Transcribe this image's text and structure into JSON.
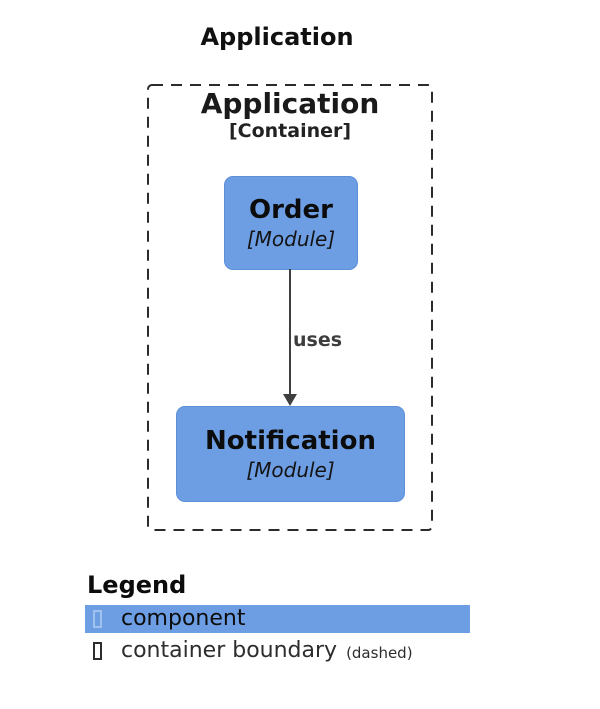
{
  "diagram": {
    "title": "Application",
    "container": {
      "name": "Application",
      "type_label": "[Container]",
      "border_style": "dashed"
    },
    "nodes": [
      {
        "id": "order",
        "name": "Order",
        "type_label": "[Module]"
      },
      {
        "id": "notification",
        "name": "Notification",
        "type_label": "[Module]"
      }
    ],
    "edges": [
      {
        "from": "order",
        "to": "notification",
        "label": "uses",
        "direction": "down"
      }
    ]
  },
  "legend": {
    "title": "Legend",
    "items": [
      {
        "swatch": "component-swatch",
        "label": "component",
        "note": ""
      },
      {
        "swatch": "boundary-swatch",
        "label": "container boundary",
        "note": "(dashed)"
      }
    ]
  },
  "colors": {
    "node_fill": "#6d9ee4",
    "node_border": "#5b8fd8",
    "boundary_stroke": "#2b2b2b",
    "edge_stroke": "#3f3f3f",
    "text": "#111111",
    "background": "#ffffff"
  }
}
